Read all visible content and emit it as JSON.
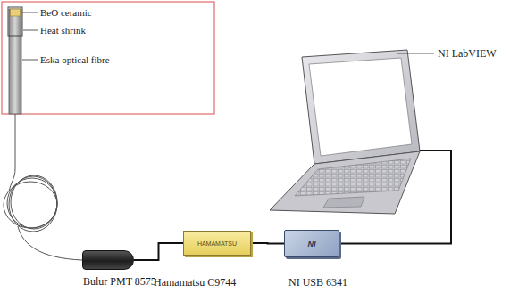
{
  "diagram": {
    "nodes": [
      {
        "text": [
          "Bulur PMT 8575"
        ]
      },
      {
        "text": [
          "HAMAMATSU",
          "Hamamatsu C9744"
        ]
      },
      {
        "text": [
          "NI",
          "NI USB 6341"
        ]
      },
      {
        "text": [
          "NI LabVIEW"
        ]
      }
    ],
    "edges": [
      {
        "from": 0,
        "to": 1,
        "arrow": "none"
      },
      {
        "from": 1,
        "to": 2,
        "arrow": "none"
      },
      {
        "from": 2,
        "to": 3,
        "arrow": "none"
      }
    ],
    "labels": [
      "BeO ceramic",
      "Heat shrink",
      "Eska optical fibre"
    ]
  }
}
